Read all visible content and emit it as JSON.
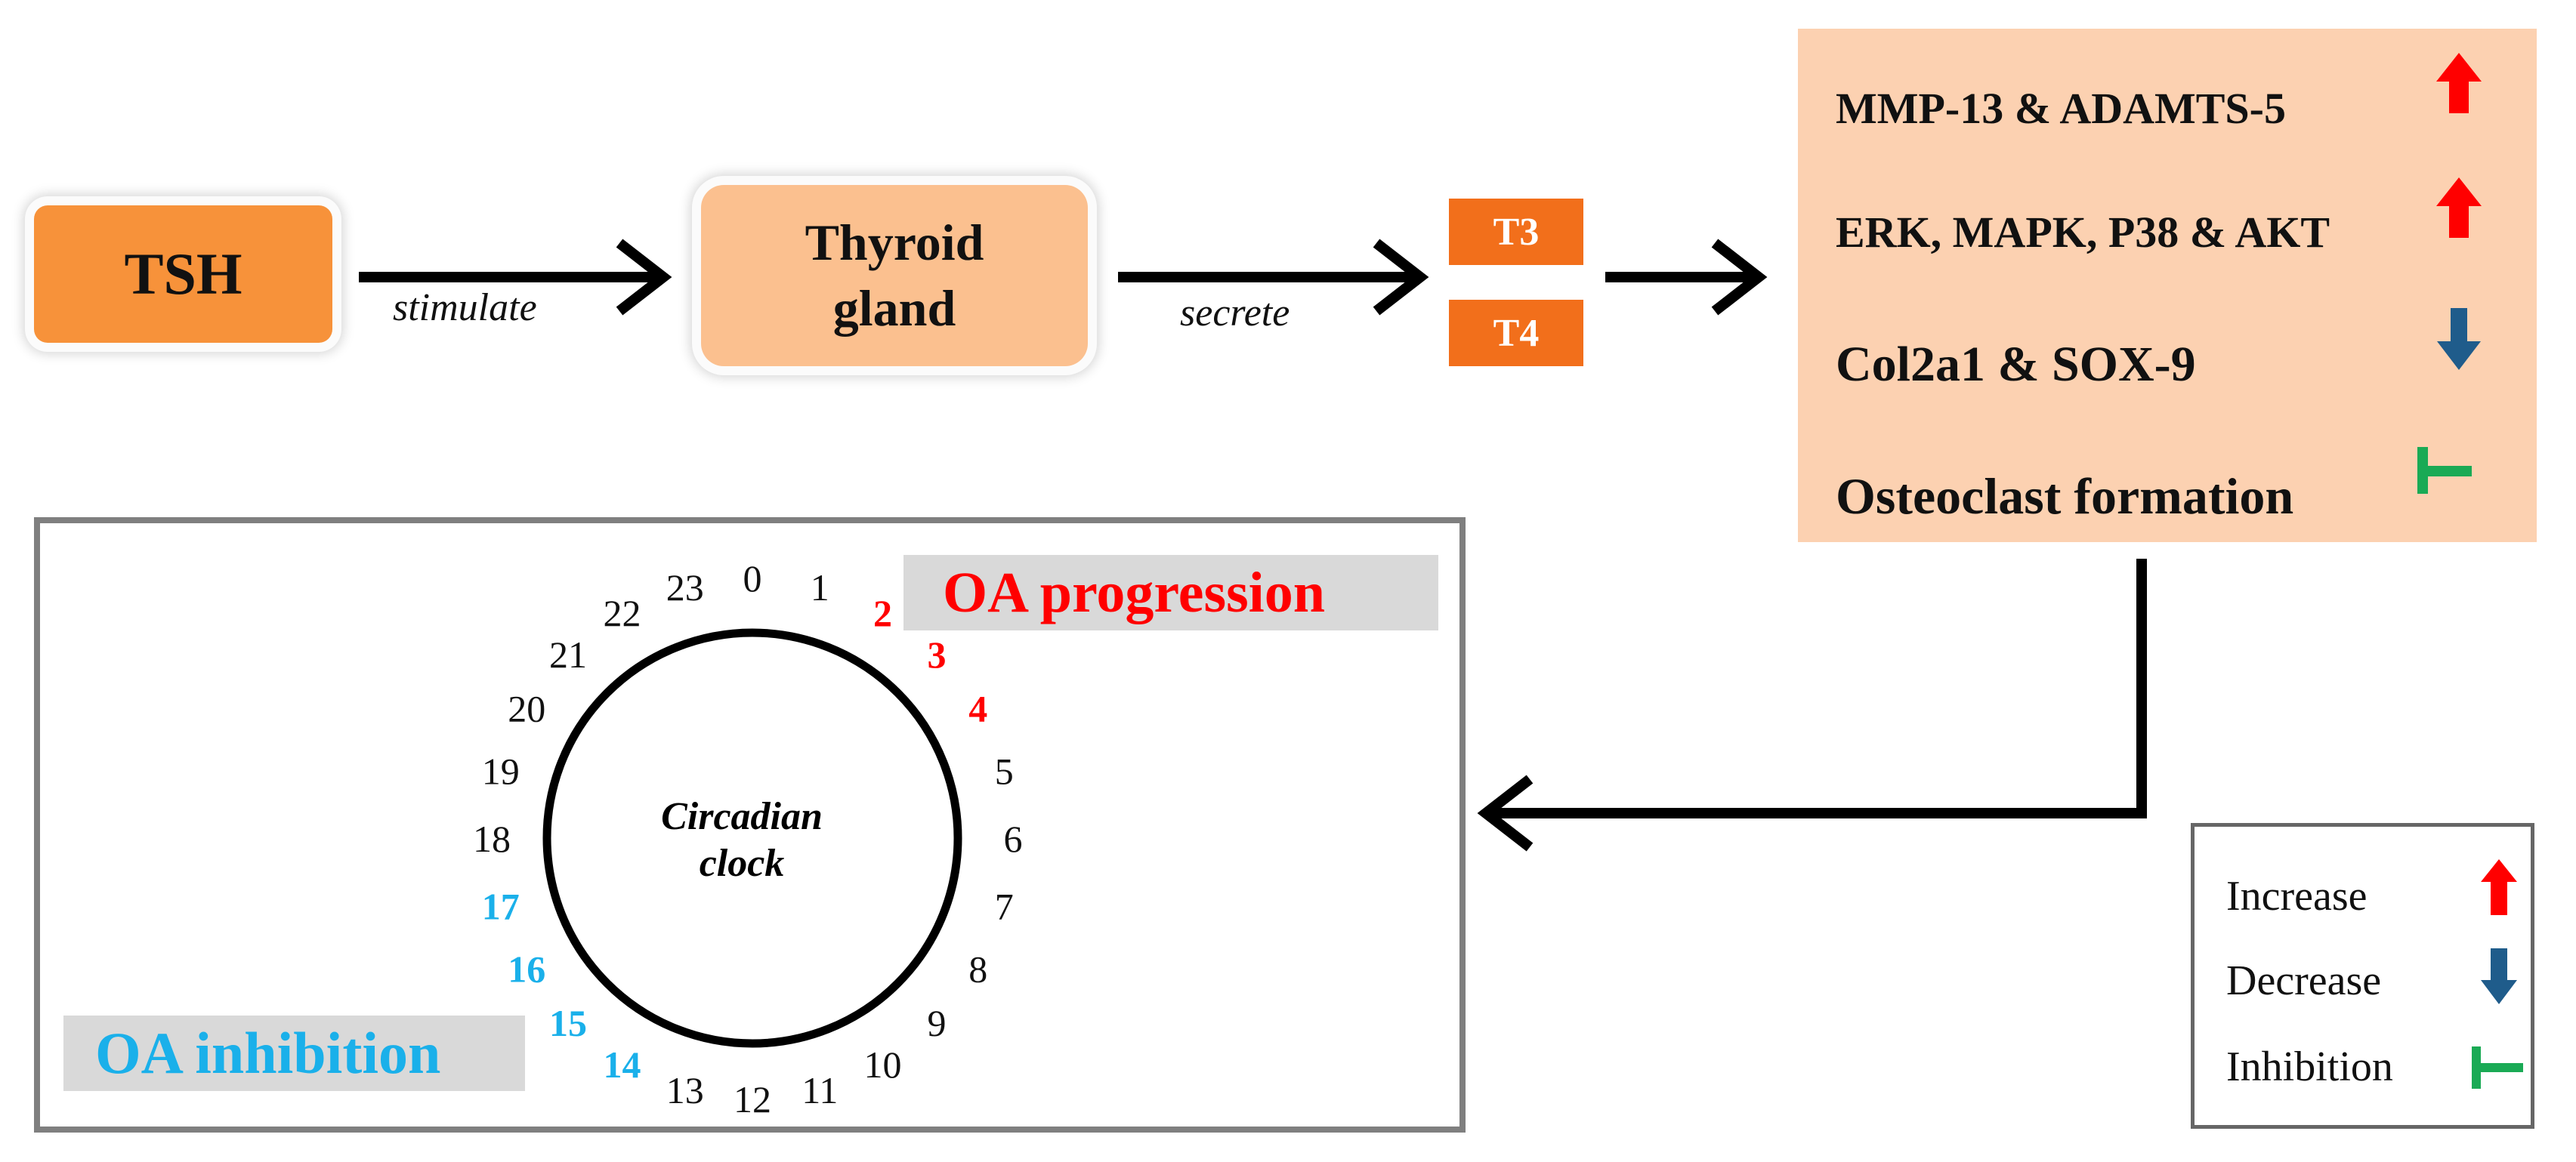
{
  "nodes": {
    "tsh": "TSH",
    "thyroid": "Thyroid\ngland",
    "t3": "T3",
    "t4": "T4"
  },
  "edges": {
    "tsh_to_thyroid": "stimulate",
    "thyroid_to_hormones": "secrete"
  },
  "effects": [
    {
      "label": "MMP-13 & ADAMTS-5",
      "change": "increase-arrow-icon",
      "color": "#ff0000"
    },
    {
      "label": "ERK, MAPK, P38 & AKT",
      "change": "increase-arrow-icon",
      "color": "#ff0000"
    },
    {
      "label": "Col2a1 & SOX-9",
      "change": "decrease-arrow-icon",
      "color": "#1f5c8b"
    },
    {
      "label": "Osteoclast formation",
      "change": "inhibition-icon",
      "color": "#1aaa55"
    }
  ],
  "outcome": {
    "progression_label": "OA progression",
    "inhibition_label": "OA inhibition",
    "clock_label": "Circadian\nclock",
    "hours": [
      "0",
      "1",
      "2",
      "3",
      "4",
      "5",
      "6",
      "7",
      "8",
      "9",
      "10",
      "11",
      "12",
      "13",
      "14",
      "15",
      "16",
      "17",
      "18",
      "19",
      "20",
      "21",
      "22",
      "23"
    ],
    "progression_hours": [
      "2",
      "3",
      "4"
    ],
    "inhibition_hours": [
      "14",
      "15",
      "16",
      "17"
    ],
    "progression_color": "#ff0000",
    "inhibition_color": "#1ab0ea"
  },
  "legend": [
    {
      "label": "Increase",
      "icon": "increase-arrow-icon",
      "color": "#ff0000"
    },
    {
      "label": "Decrease",
      "icon": "decrease-arrow-icon",
      "color": "#1f5c8b"
    },
    {
      "label": "Inhibition",
      "icon": "inhibition-icon",
      "color": "#1aaa55"
    }
  ],
  "colors": {
    "tsh_fill": "#f7923a",
    "thyroid_fill": "#fbc08f",
    "hormone_fill": "#f26f1b",
    "effects_fill": "#fcd1b1"
  }
}
